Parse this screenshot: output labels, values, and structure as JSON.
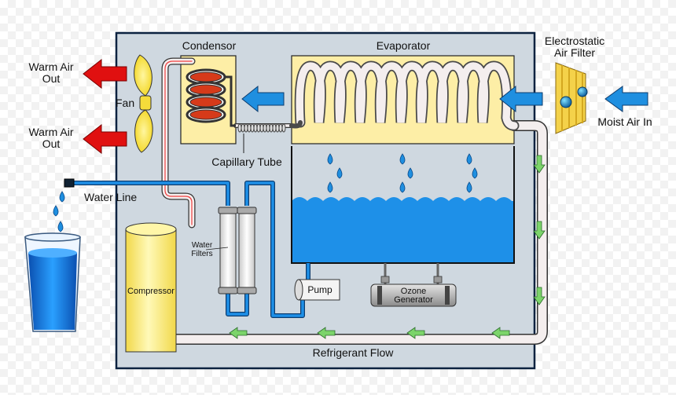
{
  "labels": {
    "condensor": "Condensor",
    "evaporator": "Evaporator",
    "electrostatic_line1": "Electrostatic",
    "electrostatic_line2": "Air Filter",
    "moist_air_in": "Moist Air In",
    "warm_air_out_top_line1": "Warm Air",
    "warm_air_out_top_line2": "Out",
    "warm_air_out_bottom_line1": "Warm Air",
    "warm_air_out_bottom_line2": "Out",
    "fan": "Fan",
    "capillary_tube": "Capillary Tube",
    "water_line": "Water Line",
    "water_filters_line1": "Water",
    "water_filters_line2": "Filters",
    "compressor": "Compressor",
    "pump": "Pump",
    "ozone_line1": "Ozone",
    "ozone_line2": "Generator",
    "refrigerant_flow": "Refrigerant Flow"
  },
  "colors": {
    "enclosure_fill": "#cfd8e0",
    "enclosure_border": "#0c2240",
    "panel_yellow": "#fdeea6",
    "arrow_blue": "#1f8fe0",
    "arrow_red": "#e01010",
    "arrow_green": "#7cd46a",
    "water_blue": "#1e90e8",
    "coil_red": "#d63a1a",
    "pipe_gray": "#f4eeee",
    "pipe_red": "#f04040",
    "compressor_yellow": "#fff07a"
  },
  "icons": [
    "fan-icon",
    "water-drop-icon",
    "glass-of-water-icon",
    "air-filter-icon"
  ]
}
